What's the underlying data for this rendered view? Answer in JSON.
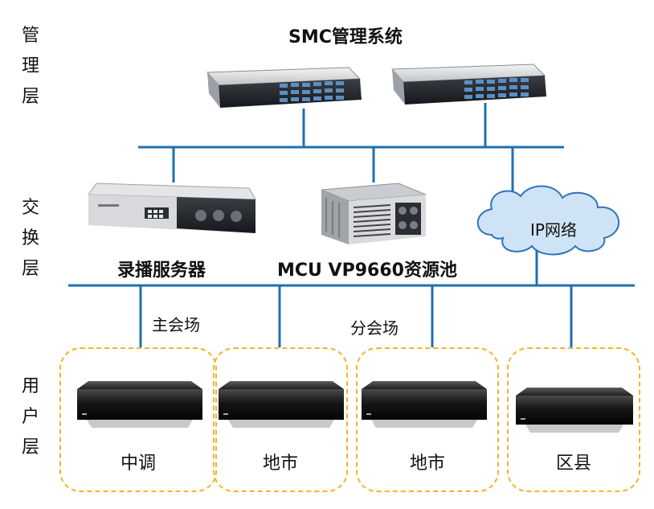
{
  "title": "SMC管理系统",
  "layers": {
    "management": [
      "管",
      "理",
      "层"
    ],
    "switching": [
      "交",
      "换",
      "层"
    ],
    "user": [
      "用",
      "户",
      "层"
    ]
  },
  "devices": {
    "recorder": "录播服务器",
    "mcu": "MCU VP9660资源池",
    "network": "IP网络"
  },
  "venues": {
    "main": "主会场",
    "branch": "分会场"
  },
  "terminals": [
    "中调",
    "地市",
    "地市",
    "区县"
  ],
  "colors": {
    "line": "#1f6fb2",
    "dashed_border": "#f2b52a",
    "cloud_fill": "#cfe3f7",
    "cloud_stroke": "#2f72b8"
  }
}
